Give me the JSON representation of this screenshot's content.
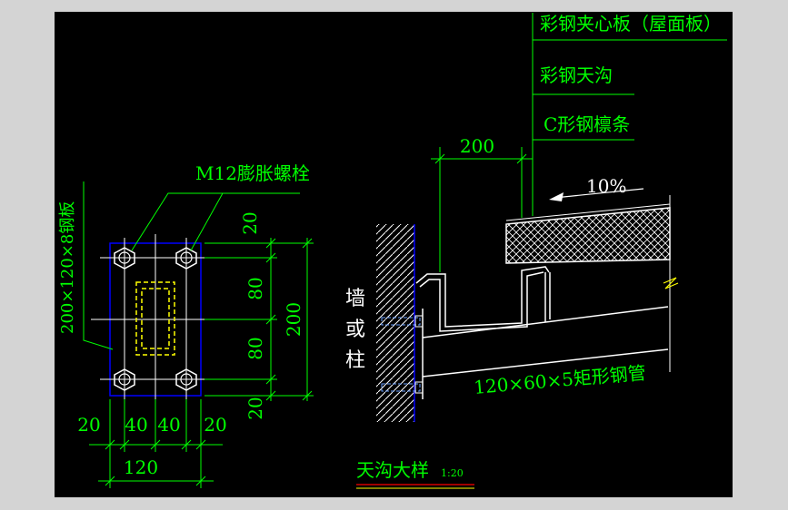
{
  "colors": {
    "background": "#000000",
    "frame": "#d4d4d4",
    "dimension": "#00ff00",
    "outline": "#ffffff",
    "plate": "#0000ff",
    "bolt_icon": "#ffffff",
    "rebar_hatch": "#ffff00",
    "title_underline": "#ff0000"
  },
  "labels": {
    "roof_panel": "彩钢夹心板（屋面板）",
    "gutter": "彩钢天沟",
    "purlin": "C形钢檩条",
    "overhang": "200",
    "slope": "10%",
    "wall": [
      "墙",
      "或",
      "柱"
    ],
    "steel_tube": "120×60×5矩形钢管",
    "bolt": "M12膨胀螺栓",
    "plate": "200×120×8钢板",
    "title": "天沟大样",
    "scale": "1:20"
  },
  "plate_dims": {
    "vertical": [
      "20",
      "80",
      "80",
      "20"
    ],
    "vertical_total": "200",
    "horizontal": [
      "20",
      "40",
      "40",
      "20"
    ],
    "horizontal_total": "120"
  }
}
